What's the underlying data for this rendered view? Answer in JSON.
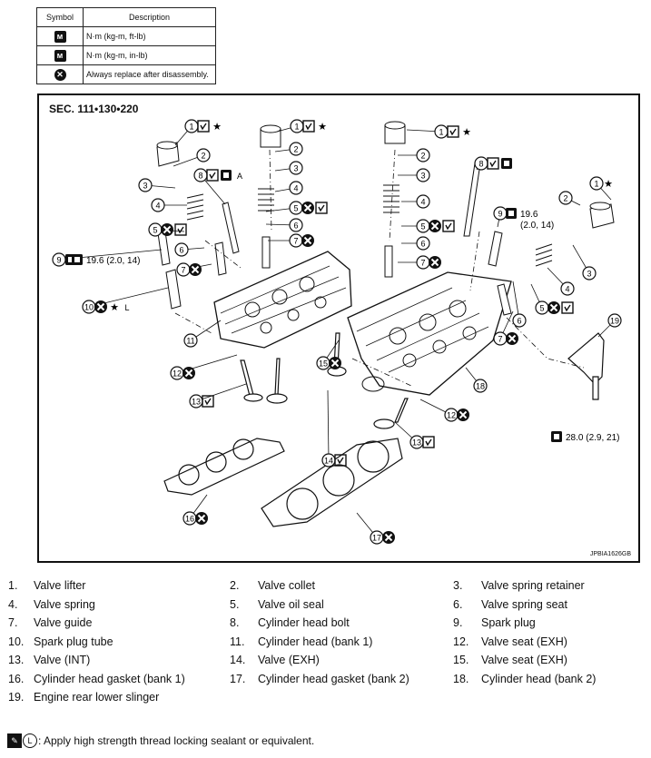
{
  "symbol_table": {
    "header_symbol": "Symbol",
    "header_description": "Description",
    "rows": [
      {
        "icon": "torque-wrench-icon",
        "glyph": "ᴍ",
        "description": "N·m (kg-m, ft-lb)"
      },
      {
        "icon": "torque-wrench-small-icon",
        "glyph": "ᴍ",
        "description": "N·m (kg-m, in-lb)"
      },
      {
        "icon": "replace-x-icon",
        "glyph": "✕",
        "description": "Always replace after disassembly."
      }
    ]
  },
  "diagram": {
    "section_label": "SEC. 111•130•220",
    "image_code": "JPBIA1626GB",
    "torque_spark_plug_left": "19.6 (2.0, 14)",
    "torque_spark_plug_right_1": "19.6",
    "torque_spark_plug_right_2": "(2.0, 14)",
    "torque_slinger": "28.0 (2.9, 21)",
    "marker_a": "A",
    "marker_l": "L",
    "star": "★",
    "callout_numbers": [
      "1",
      "2",
      "3",
      "4",
      "5",
      "6",
      "7",
      "8",
      "9",
      "10",
      "11",
      "12",
      "13",
      "14",
      "15",
      "16",
      "17",
      "18",
      "19"
    ]
  },
  "parts_list": [
    {
      "num": "1.",
      "name": "Valve lifter"
    },
    {
      "num": "2.",
      "name": "Valve collet"
    },
    {
      "num": "3.",
      "name": "Valve spring retainer"
    },
    {
      "num": "4.",
      "name": "Valve spring"
    },
    {
      "num": "5.",
      "name": "Valve oil seal"
    },
    {
      "num": "6.",
      "name": "Valve spring seat"
    },
    {
      "num": "7.",
      "name": "Valve guide"
    },
    {
      "num": "8.",
      "name": "Cylinder head bolt"
    },
    {
      "num": "9.",
      "name": "Spark plug"
    },
    {
      "num": "10.",
      "name": "Spark plug tube"
    },
    {
      "num": "11.",
      "name": "Cylinder head (bank 1)"
    },
    {
      "num": "12.",
      "name": "Valve seat (EXH)"
    },
    {
      "num": "13.",
      "name": "Valve (INT)"
    },
    {
      "num": "14.",
      "name": "Valve (EXH)"
    },
    {
      "num": "15.",
      "name": "Valve seat (EXH)"
    },
    {
      "num": "16.",
      "name": "Cylinder head gasket (bank 1)"
    },
    {
      "num": "17.",
      "name": "Cylinder head gasket (bank 2)"
    },
    {
      "num": "18.",
      "name": "Cylinder head (bank 2)"
    },
    {
      "num": "19.",
      "name": "Engine rear lower slinger"
    }
  ],
  "footnote": {
    "text": ": Apply high strength thread locking sealant or equivalent.",
    "icon_l": "L"
  }
}
